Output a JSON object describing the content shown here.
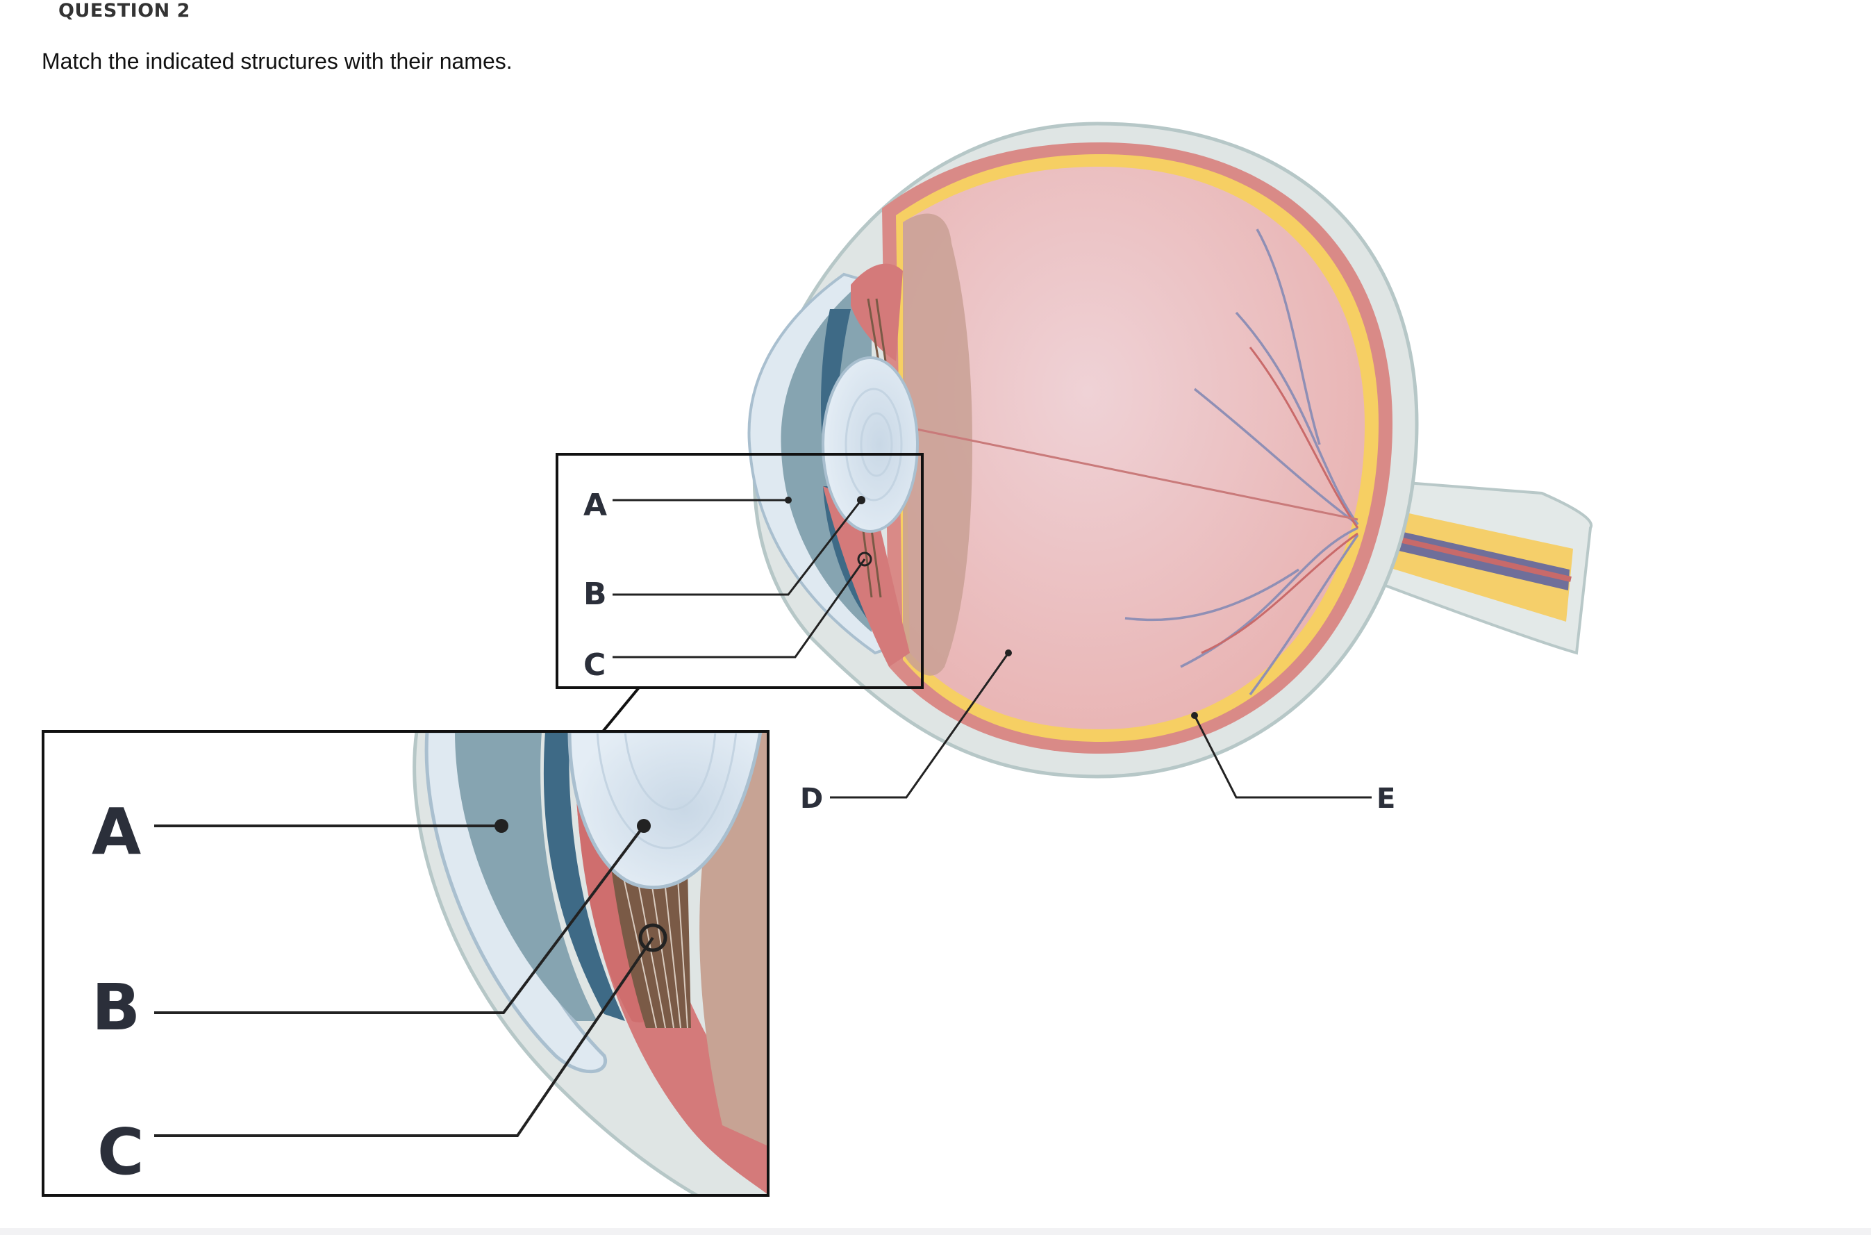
{
  "question": {
    "header": "QUESTION 2",
    "prompt": "Match the indicated structures with their names."
  },
  "diagram": {
    "labels": {
      "a": "A",
      "b": "B",
      "c": "C",
      "d": "D",
      "e": "E"
    }
  },
  "colors": {
    "sclera": "#dfe5e4",
    "choroid": "#d98a87",
    "retina_layer": "#f6cf63",
    "vitreous": "#ebb8b8",
    "lens": "#dde8f2",
    "iris": "#3e6a86",
    "aqueous": "#86a4b1",
    "ciliary": "#d47a7a",
    "vessel": "#8f8fb5",
    "leader": "#222222"
  }
}
